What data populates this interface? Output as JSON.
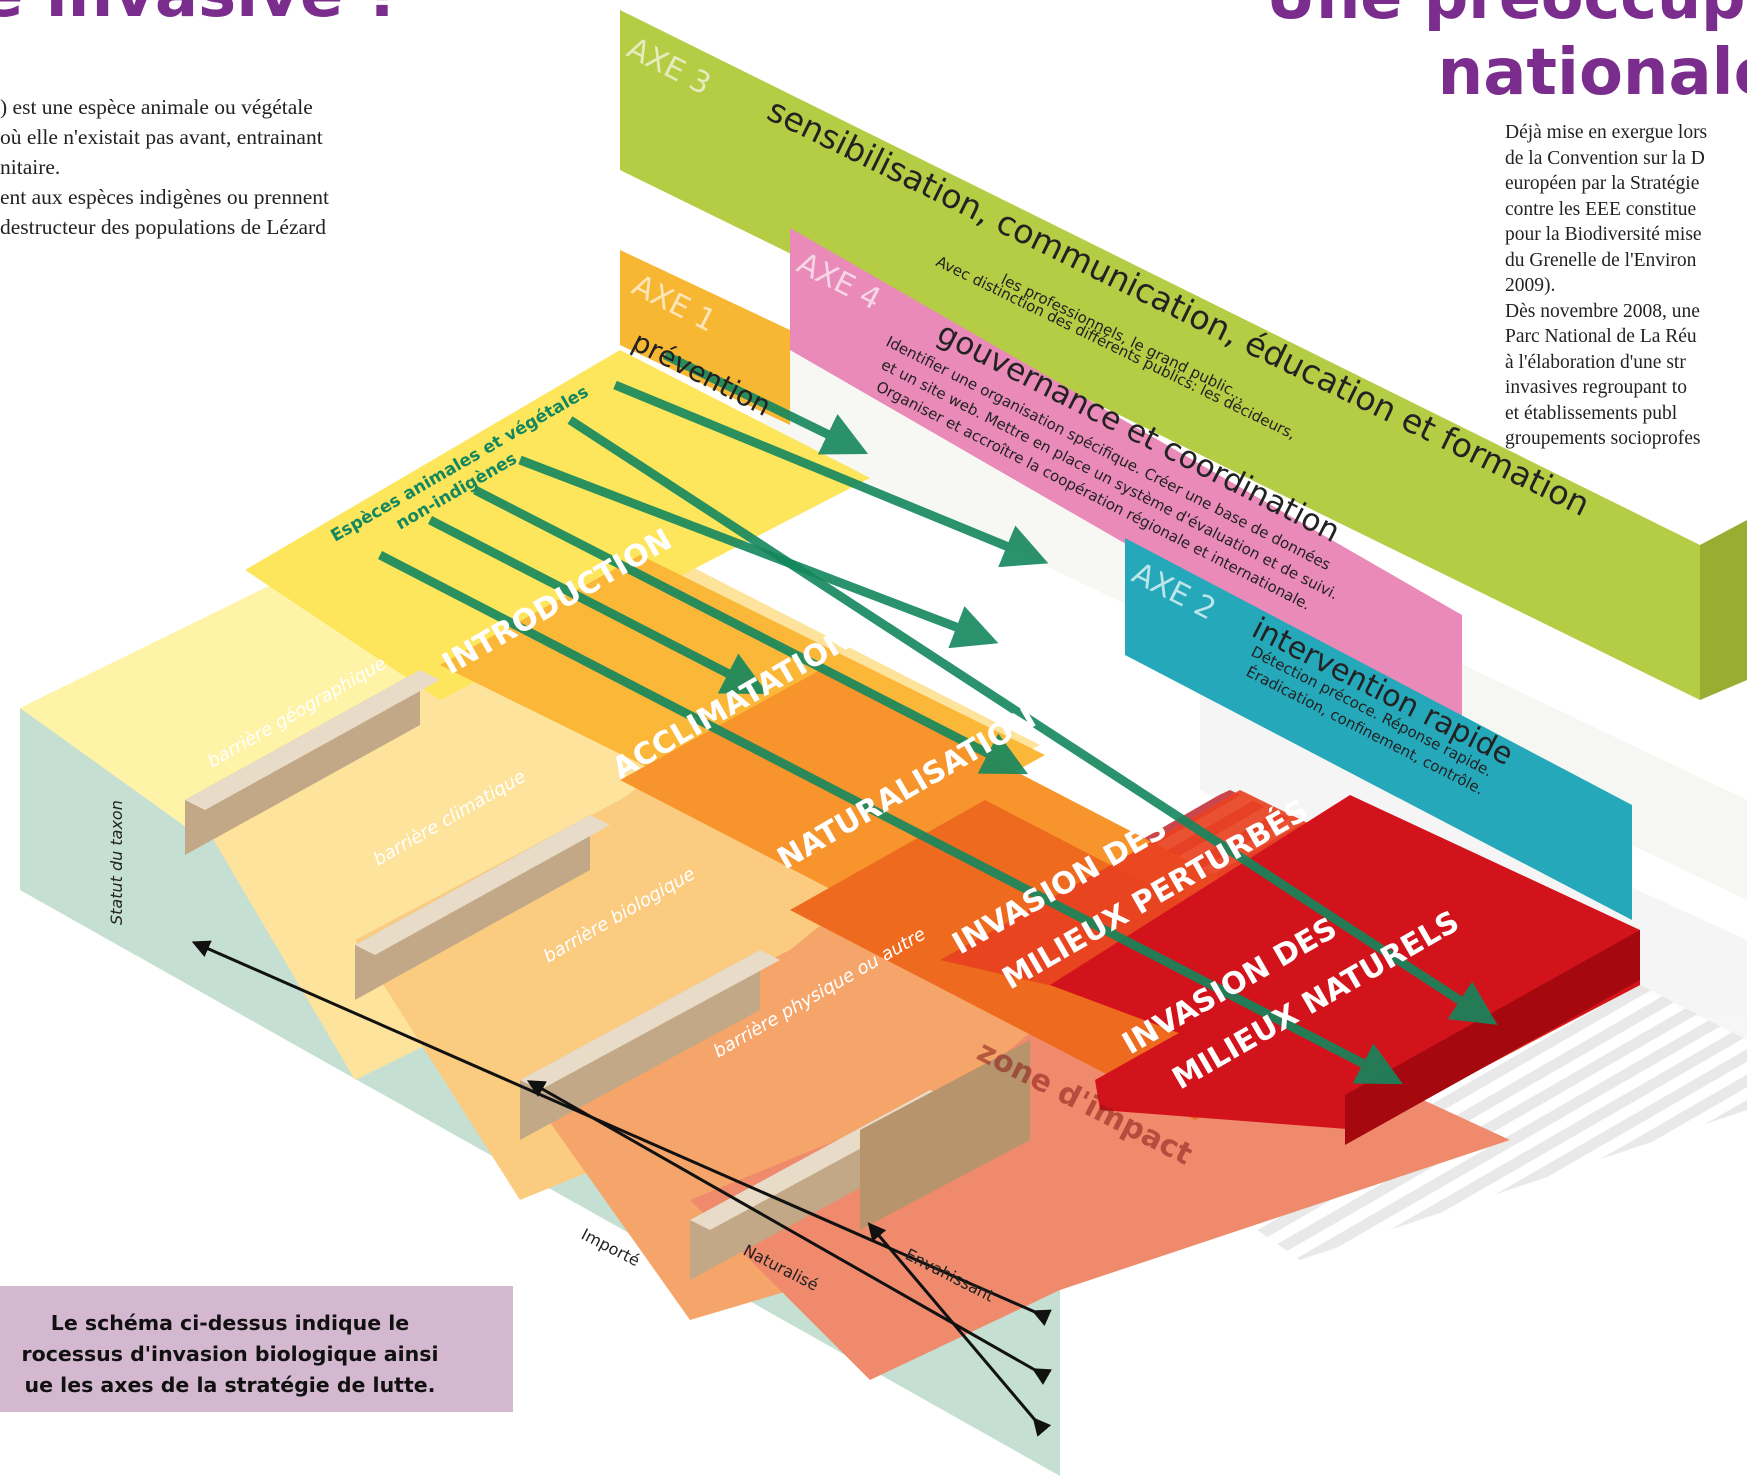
{
  "header": {
    "left_title": "e invasive ?",
    "right_title_line1": "Une préoccupat",
    "right_title_line2": "nationale"
  },
  "left_text": [
    ") est une espèce animale ou végétale",
    "où elle n'existait pas avant, entrainant",
    "nitaire.",
    "ent aux espèces indigènes ou prennent",
    "destructeur des populations de Lézard"
  ],
  "right_text": [
    "Déjà mise en exergue lors",
    "de la Convention sur la D",
    "européen par la Stratégie",
    "contre les EEE constitue",
    "pour la Biodiversité mise",
    "du Grenelle de l'Environ",
    "2009).",
    "Dès novembre 2008, une",
    "Parc National de La Réu",
    "à l'élaboration d'une str",
    "invasives regroupant to",
    "et établissements publ",
    "groupements socioprofes"
  ],
  "diagram": {
    "axes": [
      {
        "tag": "AXE 3",
        "title": "sensibilisation, communication, éducation et formation",
        "desc": [
          "Avec distinction des différents publics: les décideurs,",
          "les professionnels, le grand public..."
        ],
        "color": "#b5cc45"
      },
      {
        "tag": "AXE 4",
        "title": "gouvernance et coordination",
        "desc": [
          "Identifier une organisation spécifique. Créer une base de données",
          "et un site web. Mettre en place un système d'évaluation et de suivi.",
          "Organiser et accroître la coopération régionale et internationale."
        ],
        "color": "#e98ab8"
      },
      {
        "tag": "AXE 1",
        "title": "prévention",
        "desc": [],
        "color": "#f8b733"
      },
      {
        "tag": "AXE 2",
        "title": "intervention rapide",
        "desc": [
          "Détection précoce. Réponse rapide.",
          "Éradication, confinement, contrôle."
        ],
        "color": "#25a9ba"
      }
    ],
    "top_label": [
      "Espèces animales et végétales",
      "non-indigènes"
    ],
    "stages": [
      "INTRODUCTION",
      "ACCLIMATATION",
      "NATURALISATION",
      "INVASION DES MILIEUX PERTURBÉS",
      "INVASION DES MILIEUX NATURELS"
    ],
    "stage_lines": {
      "perturbes": [
        "INVASION DES",
        "MILIEUX PERTURBÉS"
      ],
      "naturels": [
        "INVASION DES",
        "MILIEUX NATURELS"
      ]
    },
    "barriers": [
      "barrière géographique",
      "barrière climatique",
      "barrière biologique",
      "barrière physique ou autre"
    ],
    "zone_label": "zone d'impact",
    "side_label": "Statut du taxon",
    "status_labels": [
      "Importé",
      "Naturalisé",
      "Envahissant"
    ],
    "colors": {
      "step1": "#fde77a",
      "step2": "#fbc95a",
      "step3": "#f7a338",
      "step4": "#f07c22",
      "step5": "#e54c1c",
      "step6": "#d2131b",
      "arrow": "#14875e",
      "side": "#c5dfd3",
      "barrier": "#c2a886"
    }
  },
  "caption": [
    "Le schéma ci-dessus indique le",
    "rocessus d'invasion biologique ainsi",
    "ue les axes de la stratégie de lutte."
  ]
}
